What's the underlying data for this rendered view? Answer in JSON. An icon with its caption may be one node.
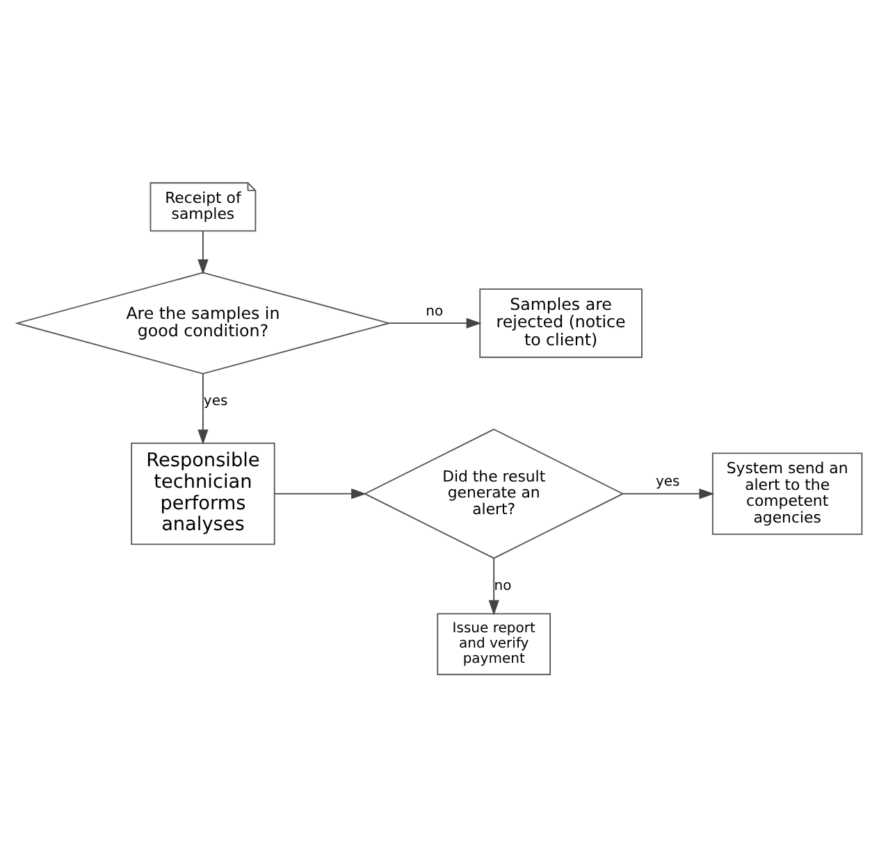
{
  "diagram": {
    "nodes": [
      {
        "text": [
          "Receipt of samples"
        ]
      },
      {
        "text": [
          "Are the samples in good condition?"
        ]
      },
      {
        "text": [
          "Samples are rejected (notice to client)"
        ]
      },
      {
        "text": [
          "Responsible technician performs analyses"
        ]
      },
      {
        "text": [
          "Did the result generate an alert?"
        ]
      },
      {
        "text": [
          "System send an alert to the competent agencies"
        ]
      },
      {
        "text": [
          "Issue report and verify payment"
        ]
      }
    ],
    "edges": [
      {
        "from": 0,
        "to": 1,
        "arrow": "to"
      },
      {
        "from": 1,
        "to": 2,
        "label": "no",
        "arrow": "to"
      },
      {
        "from": 1,
        "to": 3,
        "label": "yes",
        "arrow": "to"
      },
      {
        "from": 3,
        "to": 4,
        "arrow": "to"
      },
      {
        "from": 4,
        "to": 5,
        "label": "yes",
        "arrow": "to"
      },
      {
        "from": 4,
        "to": 6,
        "label": "no",
        "arrow": "to"
      }
    ]
  }
}
